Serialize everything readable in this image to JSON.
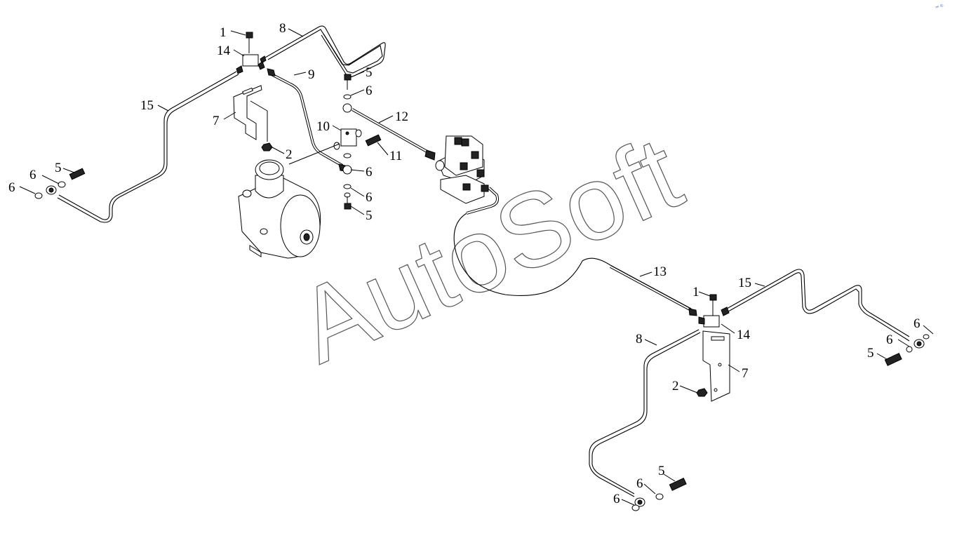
{
  "watermark": "AutoSoft",
  "corner_mark": "™ ©",
  "callouts": [
    {
      "id": "c1a",
      "text": "1"
    },
    {
      "id": "c8a",
      "text": "8"
    },
    {
      "id": "c14a",
      "text": "14"
    },
    {
      "id": "c9",
      "text": "9"
    },
    {
      "id": "c5a",
      "text": "5"
    },
    {
      "id": "c6a",
      "text": "6"
    },
    {
      "id": "c15a",
      "text": "15"
    },
    {
      "id": "c7a",
      "text": "7"
    },
    {
      "id": "c12",
      "text": "12"
    },
    {
      "id": "c10",
      "text": "10"
    },
    {
      "id": "c11",
      "text": "11"
    },
    {
      "id": "c2a",
      "text": "2"
    },
    {
      "id": "c6b",
      "text": "6"
    },
    {
      "id": "c6c",
      "text": "6"
    },
    {
      "id": "c5b",
      "text": "5"
    },
    {
      "id": "c5c",
      "text": "5"
    },
    {
      "id": "c6d",
      "text": "6"
    },
    {
      "id": "c6e",
      "text": "6"
    },
    {
      "id": "c13",
      "text": "13"
    },
    {
      "id": "c1b",
      "text": "1"
    },
    {
      "id": "c15b",
      "text": "15"
    },
    {
      "id": "c14b",
      "text": "14"
    },
    {
      "id": "c8b",
      "text": "8"
    },
    {
      "id": "c7b",
      "text": "7"
    },
    {
      "id": "c2b",
      "text": "2"
    },
    {
      "id": "c6f",
      "text": "6"
    },
    {
      "id": "c6g",
      "text": "6"
    },
    {
      "id": "c5d",
      "text": "5"
    },
    {
      "id": "c5e",
      "text": "5"
    },
    {
      "id": "c6h",
      "text": "6"
    },
    {
      "id": "c6i",
      "text": "6"
    }
  ]
}
